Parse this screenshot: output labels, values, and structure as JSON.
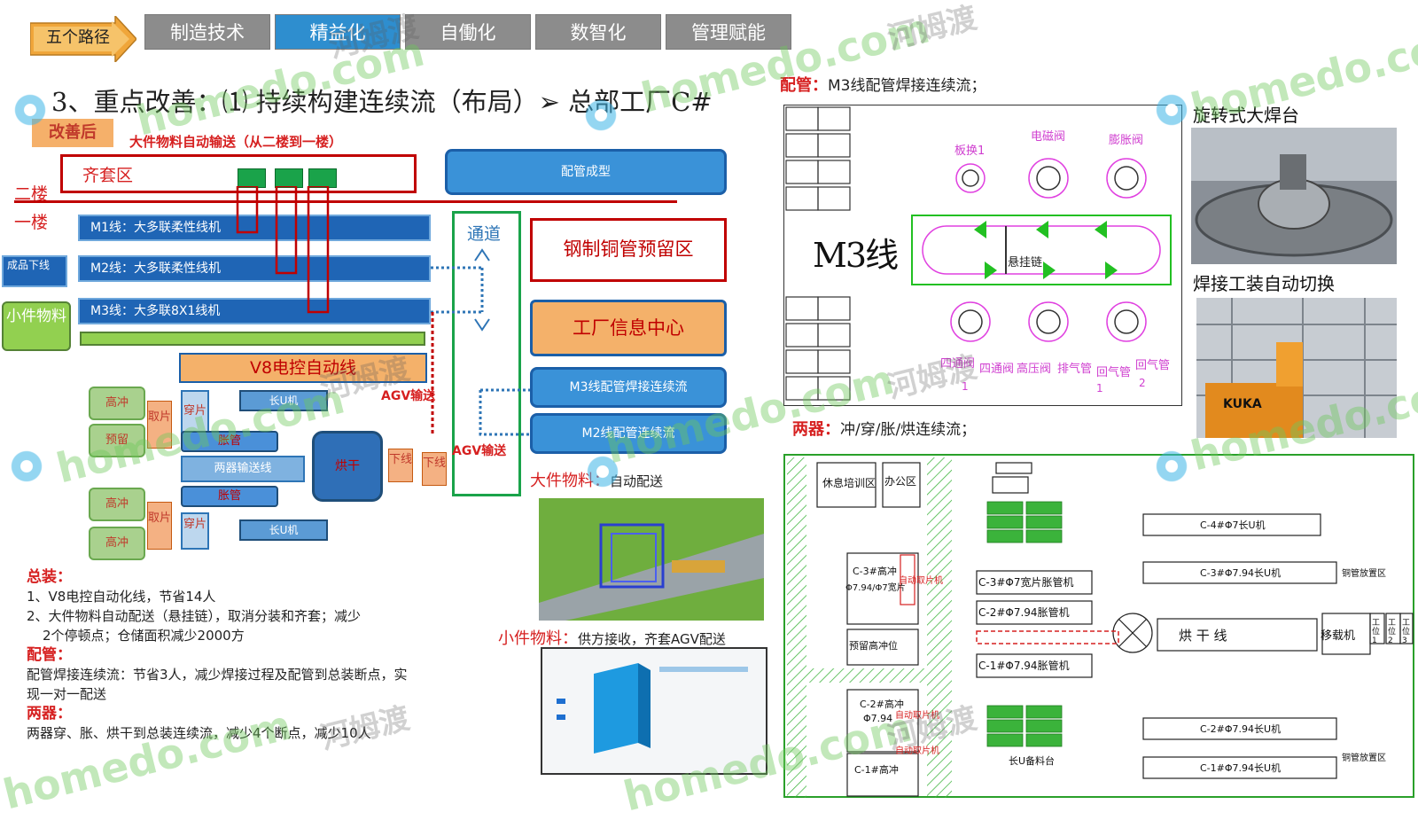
{
  "nav": {
    "path_label": "五个路径",
    "tabs": [
      {
        "label": "制造技术"
      },
      {
        "label": "精益化"
      },
      {
        "label": "自働化"
      },
      {
        "label": "数智化"
      },
      {
        "label": "管理赋能"
      }
    ]
  },
  "title": "3、重点改善：⑴ 持续构建连续流（布局）➢ 总部工厂C#",
  "left": {
    "tag_after": "改善后",
    "conveyor_caption": "大件物料自动输送（从二楼到一楼）",
    "floor2": "二楼",
    "floor1": "一楼",
    "kit_area": "齐套区",
    "pipe_forming": "配管成型",
    "passage": "通道",
    "steel_area": "钢制铜管预留区",
    "info_center": "工厂信息中心",
    "m3_weld_flow": "M3线配管焊接连续流",
    "m2_pipe_flow": "M2线配管连续流",
    "line_m1": "M1线：大多联柔性线机",
    "line_m2": "M2线：大多联柔性线机",
    "line_m3": "M3线：大多联8X1线机",
    "finished_out": "成品下线",
    "small_parts": "小件物料",
    "v8_line": "V8电控自动线",
    "agv_1": "AGV输送",
    "agv_2": "AGV输送",
    "gaochong": "高冲",
    "yujin": "预留",
    "quqian": "取片",
    "chuanpian": "穿片",
    "long_u": "长U机",
    "zhangguan": "胀管",
    "two_device_line": "两器输送线",
    "oven": "烘干",
    "xiaxian": "下线"
  },
  "large_material": {
    "label": "大件物料：",
    "text": "自动配送"
  },
  "small_material": {
    "label": "小件物料：",
    "text": "供方接收，齐套AGV配送"
  },
  "notes": {
    "zongzhuang_h": "总装：",
    "z1": "1、V8电控自动化线，节省14人",
    "z2": "2、大件物料自动配送（悬挂链），取消分装和齐套；减少",
    "z3": "2个停顿点；仓储面积减少2000方",
    "peiguan_h": "配管：",
    "p1": "配管焊接连续流：节省3人，减少焊接过程及配管到总装断点，实",
    "p2": "现一对一配送",
    "liangqi_h": "两器：",
    "l1": "两器穿、胀、烘干到总装连续流，减少4个断点，减少10人"
  },
  "peiguan_section": {
    "label": "配管：",
    "text": "M3线配管焊接连续流；"
  },
  "m3_diagram": {
    "line_name": "M3线",
    "banhuan": "板换1",
    "dianci": "电磁阀",
    "pengzhang": "膨胀阀",
    "chain": "悬挂链",
    "bottom": [
      "四通阀",
      "四通阀",
      "高压阀",
      "排气管",
      "回气管",
      "回气管"
    ],
    "bottom_suffix": [
      "1",
      "1",
      "2"
    ]
  },
  "photos": {
    "rotary": "旋转式大焊台",
    "switch": "焊接工装自动切换",
    "kuka": "KUKA"
  },
  "liangqi_section": {
    "label": "两器：",
    "text": "冲/穿/胀/烘连续流；"
  },
  "plant": {
    "rest": "休息培训区",
    "office": "办公区",
    "c_gaochong": "C-3#高冲",
    "c_gaochong_spec": "Φ7.94/Φ7宽片",
    "c3_wide": "C-3#Φ7宽片胀管机",
    "c2_exp": "C-2#Φ7.94胀管机",
    "c1_exp": "C-1#Φ7.94胀管机",
    "c4_long": "C-4#Φ7长U机",
    "c3_long": "C-3#Φ7.94长U机",
    "c2_long": "C-2#Φ7.94长U机",
    "c1_long": "C-1#Φ7.94长U机",
    "oven_line": "烘 干 线",
    "transfer": "移载机",
    "preheat": "预留高冲位",
    "c2_gaochong": "C-2#高冲",
    "c2_spec": "Φ7.94",
    "c1_gaochong": "C-1#高冲",
    "store": "长U备料台",
    "finned_tube": "铜管放置区",
    "finned_tube2": "铜管放置区",
    "auto_take": "自动取片机",
    "auto_take2": "自动取片机",
    "auto_take3": "自动取片机",
    "stations": [
      "工位1",
      "工位2",
      "工位3"
    ]
  },
  "watermark": {
    "en": "homedo.com",
    "cn": "河姆渡"
  }
}
